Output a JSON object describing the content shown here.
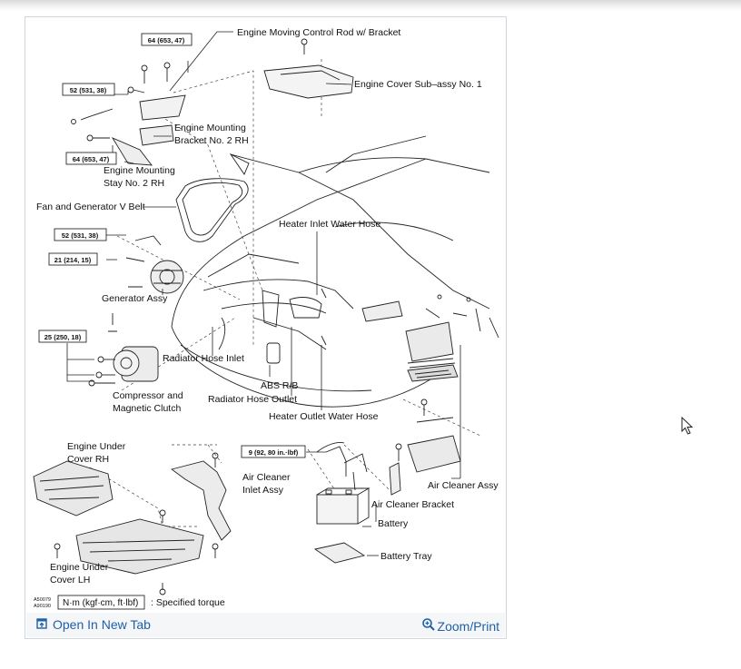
{
  "figure": {
    "part_labels": {
      "engine_moving_control_rod": "Engine Moving Control Rod w/ Bracket",
      "engine_cover": "Engine Cover Sub–assy No. 1",
      "mounting_bracket_1": "Engine Mounting",
      "mounting_bracket_2": "Bracket No. 2 RH",
      "mounting_stay_1": "Engine Mounting",
      "mounting_stay_2": "Stay No. 2 RH",
      "fan_belt": "Fan and Generator V Belt",
      "heater_inlet_hose": "Heater Inlet Water Hose",
      "generator_assy": "Generator Assy",
      "radiator_hose_inlet": "Radiator Hose Inlet",
      "abs_rb": "ABS R/B",
      "compressor_1": "Compressor  and",
      "compressor_2": "Magnetic Clutch",
      "radiator_hose_outlet": "Radiator Hose Outlet",
      "heater_outlet_hose": "Heater Outlet Water Hose",
      "under_cover_rh_1": "Engine Under",
      "under_cover_rh_2": "Cover RH",
      "air_cleaner_inlet_1": "Air Cleaner",
      "air_cleaner_inlet_2": "Inlet Assy",
      "air_cleaner_assy": "Air Cleaner Assy",
      "air_cleaner_bracket": "Air Cleaner Bracket",
      "battery": "Battery",
      "battery_tray": "Battery Tray",
      "under_cover_lh_1": "Engine Under",
      "under_cover_lh_2": "Cover LH"
    },
    "torque_specs": {
      "t64_top": "64 (653, 47)",
      "t52_top": "52 (531, 38)",
      "t64_mid": "64 (653, 47)",
      "t52_gen": "52 (531, 38)",
      "t21": "21 (214, 15)",
      "t25": "25 (250, 18)",
      "t9": "9 (92, 80 in.·lbf)"
    },
    "legend": {
      "unit": "N·m (kgf·cm, ft·lbf)",
      "description": ": Specified torque",
      "code_1": "A50079",
      "code_2": "A90190"
    }
  },
  "footer": {
    "open_new_tab": "Open In New Tab",
    "zoom_print": "Zoom/Print",
    "icons": [
      "open-in-new-tab-icon",
      "zoom-in-icon"
    ],
    "link_color": "#1f5fa8"
  },
  "cursor": {
    "icon": "mouse-pointer-icon"
  }
}
